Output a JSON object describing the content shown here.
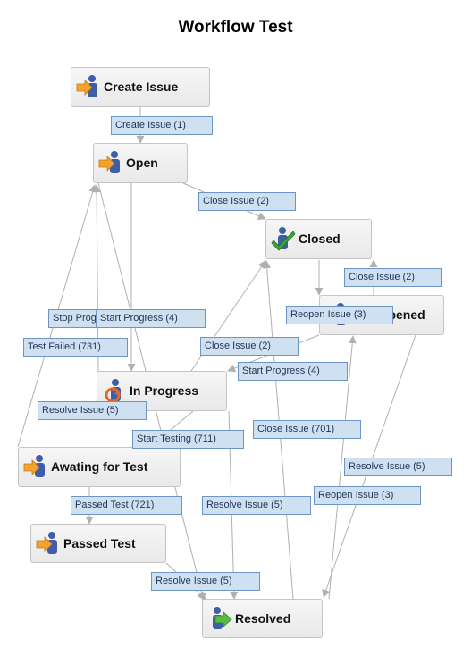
{
  "title": "Workflow Test",
  "icons": {
    "person": "person-icon",
    "arrow": "arrow-icon",
    "checkmark": "checkmark-icon",
    "cycle": "cycle-icon",
    "person_color": "#3f5da8",
    "arrow_color": "#f5a32c",
    "check_color": "#3aa534",
    "resolved_arrow_color": "#58b947"
  },
  "colors": {
    "edge": "#b0b0b0",
    "label_fill": "#cfe0f1",
    "label_border": "#6d95c2",
    "node_fill": "#eeeeee",
    "node_border": "#c4c4c4"
  },
  "statuses": [
    {
      "id": "create_issue",
      "label": "Create Issue",
      "icon": "arrow-icon"
    },
    {
      "id": "open",
      "label": "Open",
      "icon": "arrow-icon"
    },
    {
      "id": "closed",
      "label": "Closed",
      "icon": "checkmark-icon"
    },
    {
      "id": "reopened",
      "label": "Reopened",
      "icon": "arrow-icon"
    },
    {
      "id": "in_progress",
      "label": "In Progress",
      "icon": "cycle-icon"
    },
    {
      "id": "awaiting_test",
      "label": "Awating for Test",
      "icon": "arrow-icon"
    },
    {
      "id": "passed_test",
      "label": "Passed Test",
      "icon": "arrow-icon"
    },
    {
      "id": "resolved",
      "label": "Resolved",
      "icon": "arrow-icon"
    }
  ],
  "transitions": [
    {
      "id": "t01",
      "label": "Create Issue (1)",
      "from": "create_issue",
      "to": "open"
    },
    {
      "id": "t02",
      "label": "Close Issue (2)",
      "from": "open",
      "to": "closed"
    },
    {
      "id": "t03",
      "label": "Close Issue (2)",
      "from": "reopened",
      "to": "closed"
    },
    {
      "id": "t04",
      "label": "Reopen Issue (3)",
      "from": "closed",
      "to": "reopened"
    },
    {
      "id": "t05",
      "label": "Stop Progress",
      "from": "in_progress",
      "to": "open"
    },
    {
      "id": "t06",
      "label": "Start Progress (4)",
      "from": "open",
      "to": "in_progress"
    },
    {
      "id": "t07",
      "label": "Test Failed (731)",
      "from": "awaiting_test",
      "to": "open"
    },
    {
      "id": "t08",
      "label": "Close Issue (2)",
      "from": "in_progress",
      "to": "closed"
    },
    {
      "id": "t09",
      "label": "Start Progress (4)",
      "from": "reopened",
      "to": "in_progress"
    },
    {
      "id": "t10",
      "label": "Resolve Issue (5)",
      "from": "open",
      "to": "resolved"
    },
    {
      "id": "t11",
      "label": "Start Testing (711)",
      "from": "in_progress",
      "to": "awaiting_test"
    },
    {
      "id": "t12",
      "label": "Close Issue (701)",
      "from": "resolved",
      "to": "closed"
    },
    {
      "id": "t13",
      "label": "Resolve Issue (5)",
      "from": "reopened",
      "to": "resolved"
    },
    {
      "id": "t14",
      "label": "Reopen Issue (3)",
      "from": "resolved",
      "to": "reopened"
    },
    {
      "id": "t15",
      "label": "Passed Test (721)",
      "from": "awaiting_test",
      "to": "passed_test"
    },
    {
      "id": "t16",
      "label": "Resolve Issue (5)",
      "from": "in_progress",
      "to": "resolved"
    },
    {
      "id": "t17",
      "label": "Resolve Issue (5)",
      "from": "passed_test",
      "to": "resolved"
    }
  ]
}
